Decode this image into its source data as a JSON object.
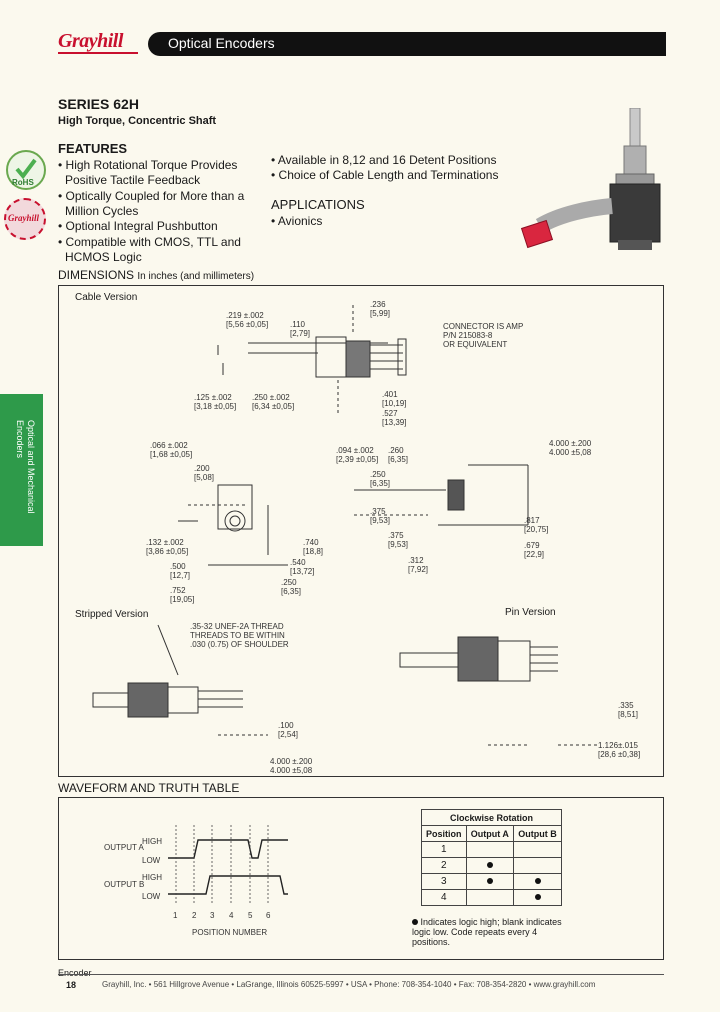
{
  "brand": "Grayhill",
  "header": {
    "title": "Optical Encoders"
  },
  "series": {
    "title": "SERIES 62H",
    "subtitle": "High Torque, Concentric Shaft"
  },
  "features": {
    "heading": "FEATURES",
    "items": [
      "• High Rotational Torque Provides",
      "Positive Tactile Feedback",
      "• Optically Coupled for More than a",
      "Million Cycles",
      "• Optional Integral Pushbutton",
      "• Compatible with CMOS, TTL and",
      "HCMOS Logic"
    ],
    "col2_items": [
      "• Available in 8,12 and 16 Detent Positions",
      "• Choice of Cable Length and Terminations"
    ]
  },
  "applications": {
    "heading": "APPLICATIONS",
    "items": [
      "• Avionics"
    ]
  },
  "badges": {
    "rohs": "RoHS",
    "stamp": "Grayhill"
  },
  "side_tab": {
    "line1": "Optical and Mechanical",
    "line2": "Encoders"
  },
  "dimensions": {
    "heading": "DIMENSIONS",
    "units": "In inches (and millimeters)",
    "cable_label": "Cable Version",
    "stripped_label": "Stripped Version",
    "pin_label": "Pin Version",
    "connector_note": [
      "CONNECTOR IS AMP",
      "P/N 215083-8",
      "OR EQUIVALENT"
    ],
    "thread_note": [
      ".35-32 UNEF-2A THREAD",
      "THREADS TO BE WITHIN",
      ".030 (0.75) OF SHOULDER"
    ],
    "values": {
      "d236": ".236",
      "d236mm": "[5,99]",
      "d219": ".219 ±.002",
      "d219mm": "[5,56 ±0,05]",
      "d110": ".110",
      "d110mm": "[2,79]",
      "d125": ".125 ±.002",
      "d125mm": "[3,18 ±0,05]",
      "d250a": ".250 ±.002",
      "d250amm": "[6,34 ±0,05]",
      "d401": ".401",
      "d401mm": "[10,19]",
      "d527": ".527",
      "d527mm": "[13,39]",
      "d066": ".066 ±.002",
      "d066mm": "[1,68 ±0,05]",
      "d200": ".200",
      "d200mm": "[5,08]",
      "d094": ".094 ±.002",
      "d094mm": "[2,39 ±0,05]",
      "d260": ".260",
      "d260mm": "[6,35]",
      "d250b": ".250",
      "d250bmm": "[6,35]",
      "d4000a": "4.000 ±.200",
      "d4000amm": "4.000 ±5,08",
      "d375": ".375",
      "d375mm": "[9,53]",
      "d817": ".817",
      "d817mm": "[20,75]",
      "d375b": ".375",
      "d375bmm": "[9,53]",
      "d679": ".679",
      "d679mm": "[22,9]",
      "d312": ".312",
      "d312mm": "[7,92]",
      "d132": ".132 ±.002",
      "d132mm": "[3,86 ±0,05]",
      "d500": ".500",
      "d500mm": "[12,7]",
      "d740": ".740",
      "d740mm": "[18,8]",
      "d540": ".540",
      "d540mm": "[13,72]",
      "d752": ".752",
      "d752mm": "[19,05]",
      "d250c": ".250",
      "d250cmm": "[6,35]",
      "d100": ".100",
      "d100mm": "[2,54]",
      "d4000b": "4.000 ±.200",
      "d4000bmm": "4.000 ±5,08",
      "d335": ".335",
      "d335mm": "[8,51]",
      "d1126": "1.126±.015",
      "d1126mm": "[28,6 ±0,38]"
    }
  },
  "waveform": {
    "heading": "WAVEFORM AND TRUTH TABLE",
    "output_a": "OUTPUT A",
    "output_b": "OUTPUT B",
    "high": "HIGH",
    "low": "LOW",
    "positions": [
      "1",
      "2",
      "3",
      "4",
      "5",
      "6"
    ],
    "axis_label": "POSITION NUMBER"
  },
  "truth_table": {
    "caption": "Clockwise Rotation",
    "headers": [
      "Position",
      "Output A",
      "Output B"
    ],
    "rows": [
      {
        "position": "1",
        "a": false,
        "b": false
      },
      {
        "position": "2",
        "a": true,
        "b": false
      },
      {
        "position": "3",
        "a": true,
        "b": true
      },
      {
        "position": "4",
        "a": false,
        "b": true
      }
    ],
    "note": "Indicates logic high; blank indicates logic low. Code repeats every 4 positions."
  },
  "footer": {
    "section": "Encoder",
    "page": "18",
    "address": "Grayhill, Inc. • 561 Hillgrove Avenue • LaGrange, Illinois  60525-5997 • USA • Phone: 708-354-1040 • Fax: 708-354-2820 • www.grayhill.com"
  }
}
